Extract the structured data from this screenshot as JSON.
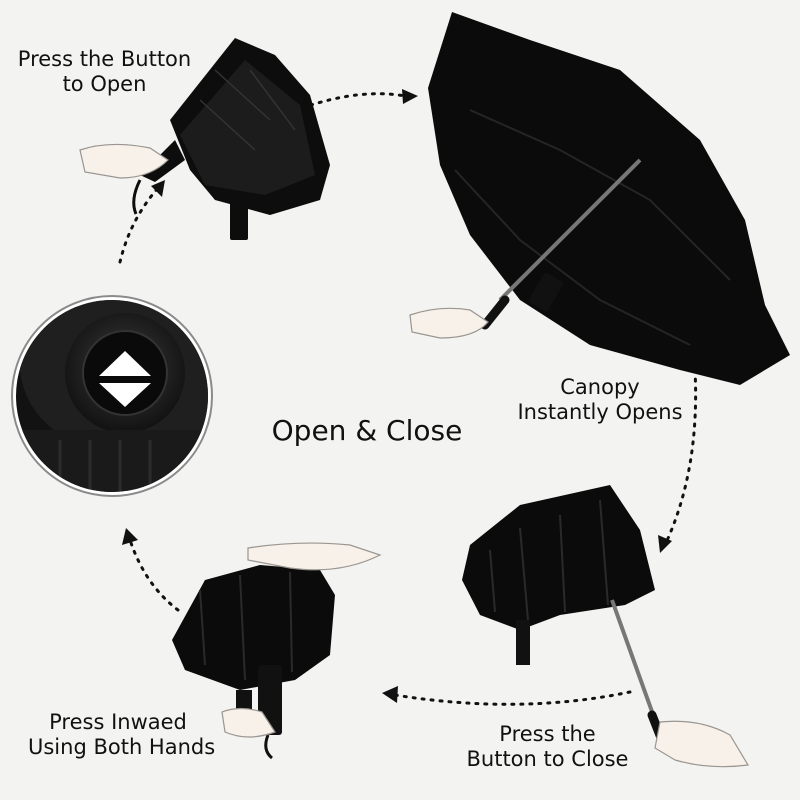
{
  "steps": {
    "press_open": "Press the Button\nto Open",
    "canopy_opens": "Canopy\nInstantly Opens",
    "press_close": "Press the\nButton to Close",
    "press_inward": "Press Inwaed\nUsing Both Hands"
  },
  "center_title": "Open & Close",
  "colors": {
    "background": "#f3f3f1",
    "umbrella": "#0d0d0d",
    "arrow": "#111111",
    "skin": "#f7f1ea"
  },
  "icons": {
    "button_symbol": "open-close-triangles-icon"
  }
}
